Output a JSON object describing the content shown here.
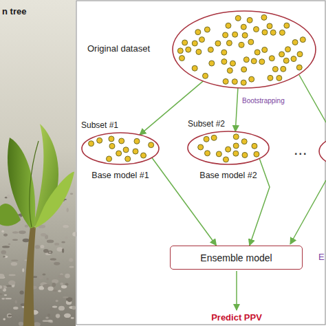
{
  "diagram": {
    "nodes": [
      {
        "text": [
          "Original dataset"
        ]
      },
      {
        "text": [
          "Subset #1",
          "Base model #1"
        ]
      },
      {
        "text": [
          "Subset #2",
          "Base model #2"
        ]
      },
      {
        "text": [
          "Ensemble model"
        ]
      }
    ],
    "edges": [
      {
        "from": 0,
        "to": 1,
        "arrow": "to"
      },
      {
        "from": 0,
        "to": 2,
        "arrow": "to"
      },
      {
        "from": 1,
        "to": 3,
        "arrow": "to"
      },
      {
        "from": 2,
        "to": 3,
        "arrow": "to"
      }
    ],
    "labels": [
      "n tree",
      "Bootstrapping",
      "...",
      "E",
      "Predict PPV"
    ]
  }
}
